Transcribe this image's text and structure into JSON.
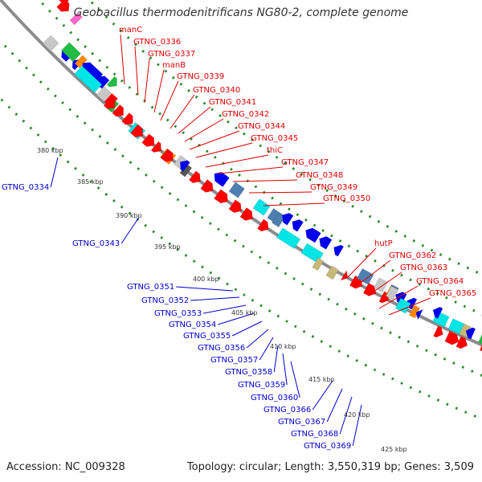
{
  "header": {
    "title": "Geobacillus thermodenitrificans NG80-2, complete genome"
  },
  "footer": {
    "accession": "Accession: NC_009328",
    "topology": "Topology: circular; Length: 3,550,319 bp; Genes: 3,509"
  },
  "colors": {
    "backbone": "#8c8c8c",
    "tick_dot": "#2a8a2a",
    "forward_label": "#dd0000",
    "reverse_label": "#0000cc",
    "kbp_label": "#333333",
    "gene_red": "#ff0000",
    "gene_blue": "#0000ee",
    "gene_cyan": "#00e5e5",
    "gene_steel": "#4f7fb0",
    "gene_grey": "#c8c8c8",
    "gene_green": "#22bb44",
    "gene_orange": "#ff8800",
    "gene_tan": "#c8b878",
    "gene_pink": "#ff66cc",
    "gene_dark": "#555555"
  },
  "kbp_markers": [
    "380 kbp",
    "385 kbp",
    "390 kbp",
    "395 kbp",
    "400 kbp",
    "405 kbp",
    "410 kbp",
    "415 kbp",
    "420 kbp",
    "425 kbp"
  ],
  "forward_labels": [
    "manC",
    "GTNG_0336",
    "GTNG_0337",
    "manB",
    "GTNG_0339",
    "GTNG_0340",
    "GTNG_0341",
    "GTNG_0342",
    "GTNG_0344",
    "GTNG_0345",
    "thiC",
    "GTNG_0347",
    "GTNG_0348",
    "GTNG_0349",
    "GTNG_0350",
    "hutP",
    "GTNG_0362",
    "GTNG_0363",
    "GTNG_0364",
    "GTNG_0365"
  ],
  "reverse_labels": [
    "GTNG_0334",
    "GTNG_0343",
    "GTNG_0351",
    "GTNG_0352",
    "GTNG_0353",
    "GTNG_0354",
    "GTNG_0355",
    "GTNG_0356",
    "GTNG_0357",
    "GTNG_0358",
    "GTNG_0359",
    "GTNG_0360",
    "GTNG_0366",
    "GTNG_0367",
    "GTNG_0368",
    "GTNG_0369"
  ]
}
